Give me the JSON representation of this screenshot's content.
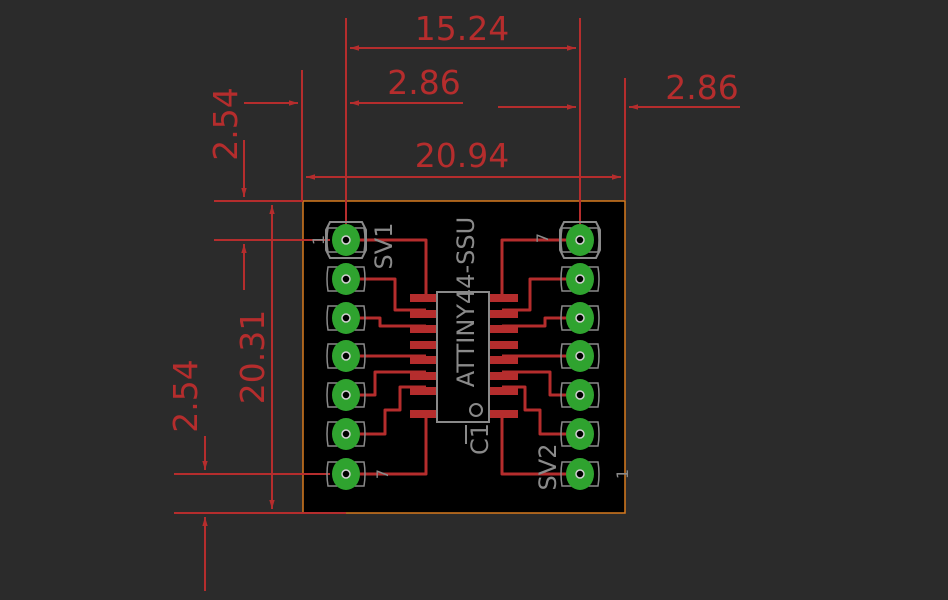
{
  "dimensions": {
    "top_width": "15.24",
    "pin_offset_left": "2.86",
    "pin_offset_right": "2.86",
    "board_width": "20.94",
    "top_margin": "2.54",
    "board_height": "20.31",
    "bottom_margin": "2.54"
  },
  "labels": {
    "header_left": "SV1",
    "header_right": "SV2",
    "chip": "ATTINY44-SSU",
    "capacitor": "C1",
    "pin1_left": "1",
    "pin7_left": "7",
    "pin7_right": "7",
    "pin1_right": "1"
  },
  "colors": {
    "background": "#2b2b2b",
    "dimension": "#b52d2d",
    "board_outline": "#d87a1e",
    "board_fill": "#000000",
    "trace": "#b52d2d",
    "pad": "#2fa32f",
    "silkscreen": "#8a8a8a"
  }
}
